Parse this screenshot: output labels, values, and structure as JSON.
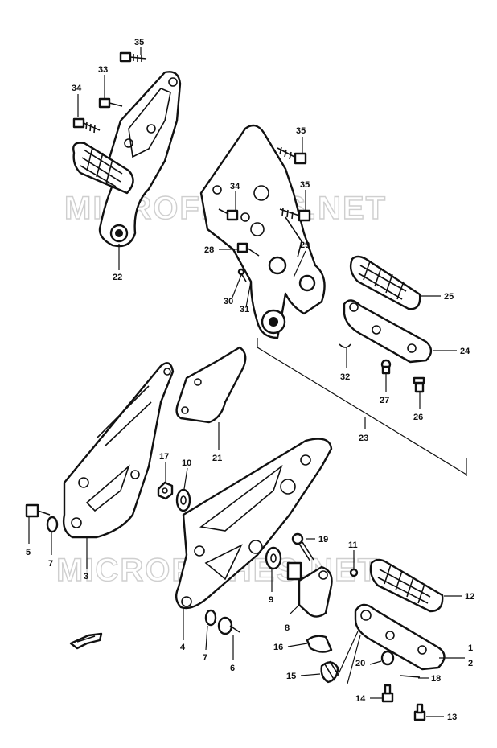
{
  "watermark": "MICROFICHES.NET",
  "callouts": [
    {
      "id": "c35a",
      "label": "35"
    },
    {
      "id": "c33",
      "label": "33"
    },
    {
      "id": "c34a",
      "label": "34"
    },
    {
      "id": "c22",
      "label": "22"
    },
    {
      "id": "c35b",
      "label": "35"
    },
    {
      "id": "c34b",
      "label": "34"
    },
    {
      "id": "c35c",
      "label": "35"
    },
    {
      "id": "c28",
      "label": "28"
    },
    {
      "id": "c29",
      "label": "29"
    },
    {
      "id": "c30",
      "label": "30"
    },
    {
      "id": "c31",
      "label": "31"
    },
    {
      "id": "c25",
      "label": "25"
    },
    {
      "id": "c24",
      "label": "24"
    },
    {
      "id": "c32",
      "label": "32"
    },
    {
      "id": "c27",
      "label": "27"
    },
    {
      "id": "c26",
      "label": "26"
    },
    {
      "id": "c23",
      "label": "23"
    },
    {
      "id": "c21",
      "label": "21"
    },
    {
      "id": "c17",
      "label": "17"
    },
    {
      "id": "c10",
      "label": "10"
    },
    {
      "id": "c5",
      "label": "5"
    },
    {
      "id": "c7a",
      "label": "7"
    },
    {
      "id": "c3",
      "label": "3"
    },
    {
      "id": "c19",
      "label": "19"
    },
    {
      "id": "c11",
      "label": "11"
    },
    {
      "id": "c9",
      "label": "9"
    },
    {
      "id": "c12",
      "label": "12"
    },
    {
      "id": "c8",
      "label": "8"
    },
    {
      "id": "c4",
      "label": "4"
    },
    {
      "id": "c7b",
      "label": "7"
    },
    {
      "id": "c6",
      "label": "6"
    },
    {
      "id": "c16",
      "label": "16"
    },
    {
      "id": "c1",
      "label": "1"
    },
    {
      "id": "c2",
      "label": "2"
    },
    {
      "id": "c20",
      "label": "20"
    },
    {
      "id": "c15",
      "label": "15"
    },
    {
      "id": "c18",
      "label": "18"
    },
    {
      "id": "c14",
      "label": "14"
    },
    {
      "id": "c13",
      "label": "13"
    }
  ]
}
